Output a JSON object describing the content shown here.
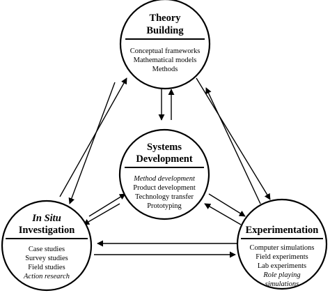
{
  "nodes": {
    "theory": {
      "title": [
        "Theory",
        "Building"
      ],
      "items": [
        "Conceptual frameworks",
        "Mathematical models",
        "Methods"
      ]
    },
    "systems": {
      "title": [
        "Systems",
        "Development"
      ],
      "items": [
        "Method development",
        "Product development",
        "Technology transfer",
        "Prototyping"
      ]
    },
    "insitu": {
      "title": [
        "In Situ",
        "Investigation"
      ],
      "items": [
        "Case studies",
        "Survey studies",
        "Field studies",
        "Action research"
      ]
    },
    "experimentation": {
      "title": [
        "Experimentation"
      ],
      "items": [
        "Computer simulations",
        "Field experiments",
        "Lab experiments",
        "Role playing",
        "simulations"
      ]
    }
  }
}
